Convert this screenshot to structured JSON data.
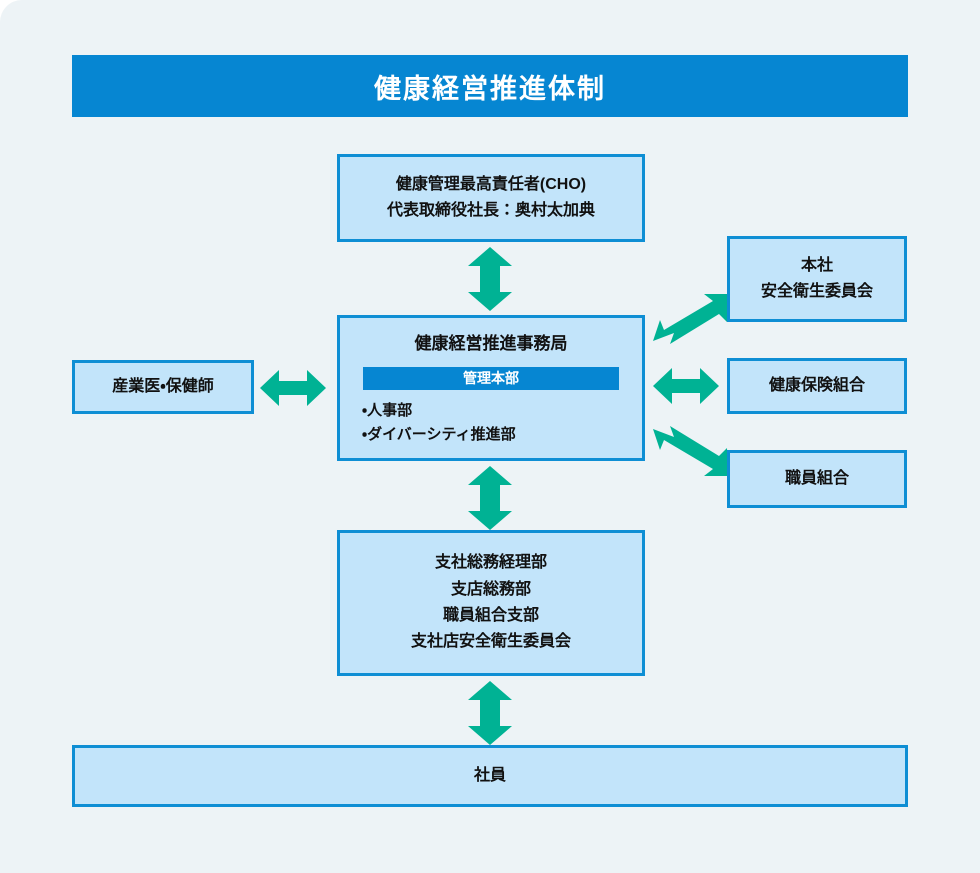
{
  "header": {
    "title": "健康経営推進体制"
  },
  "nodes": {
    "cho": {
      "name": "健康管理最高責任者(CHO)",
      "lines": [
        "健康管理最高責任者(CHO)",
        "代表取締役社長：奥村太加典"
      ]
    },
    "office": {
      "title": "健康経営推進事務局",
      "bar_label": "管理本部",
      "bullets": [
        "・人事部",
        "・ダイバーシティ推進部"
      ]
    },
    "branch": {
      "lines": [
        "支社総務経理部",
        "支店総務部",
        "職員組合支部",
        "支社店安全衛生委員会"
      ]
    },
    "employee": {
      "label": "社員"
    },
    "doctor": {
      "label": "産業医・保健師"
    },
    "safety_committee": {
      "lines": [
        "本社",
        "安全衛生委員会"
      ]
    },
    "health_insurance": {
      "label": "健康保険組合"
    },
    "labor_union": {
      "label": "職員組合"
    }
  },
  "arrows": {
    "cho_office": "double-arrow-vertical-icon",
    "office_branch": "double-arrow-vertical-icon",
    "branch_employee": "double-arrow-vertical-icon",
    "office_doctor": "double-arrow-horizontal-icon",
    "office_safety": "double-arrow-diagonal-up-icon",
    "office_insurance": "double-arrow-horizontal-icon",
    "office_union": "double-arrow-diagonal-down-icon"
  },
  "colors": {
    "background": "#edf3f6",
    "header_blue": "#0686d2",
    "box_fill": "#c2e4fa",
    "box_border": "#0e8ed4",
    "arrow_teal": "#00b294",
    "text": "#111111",
    "bar_text": "#ffffff"
  }
}
